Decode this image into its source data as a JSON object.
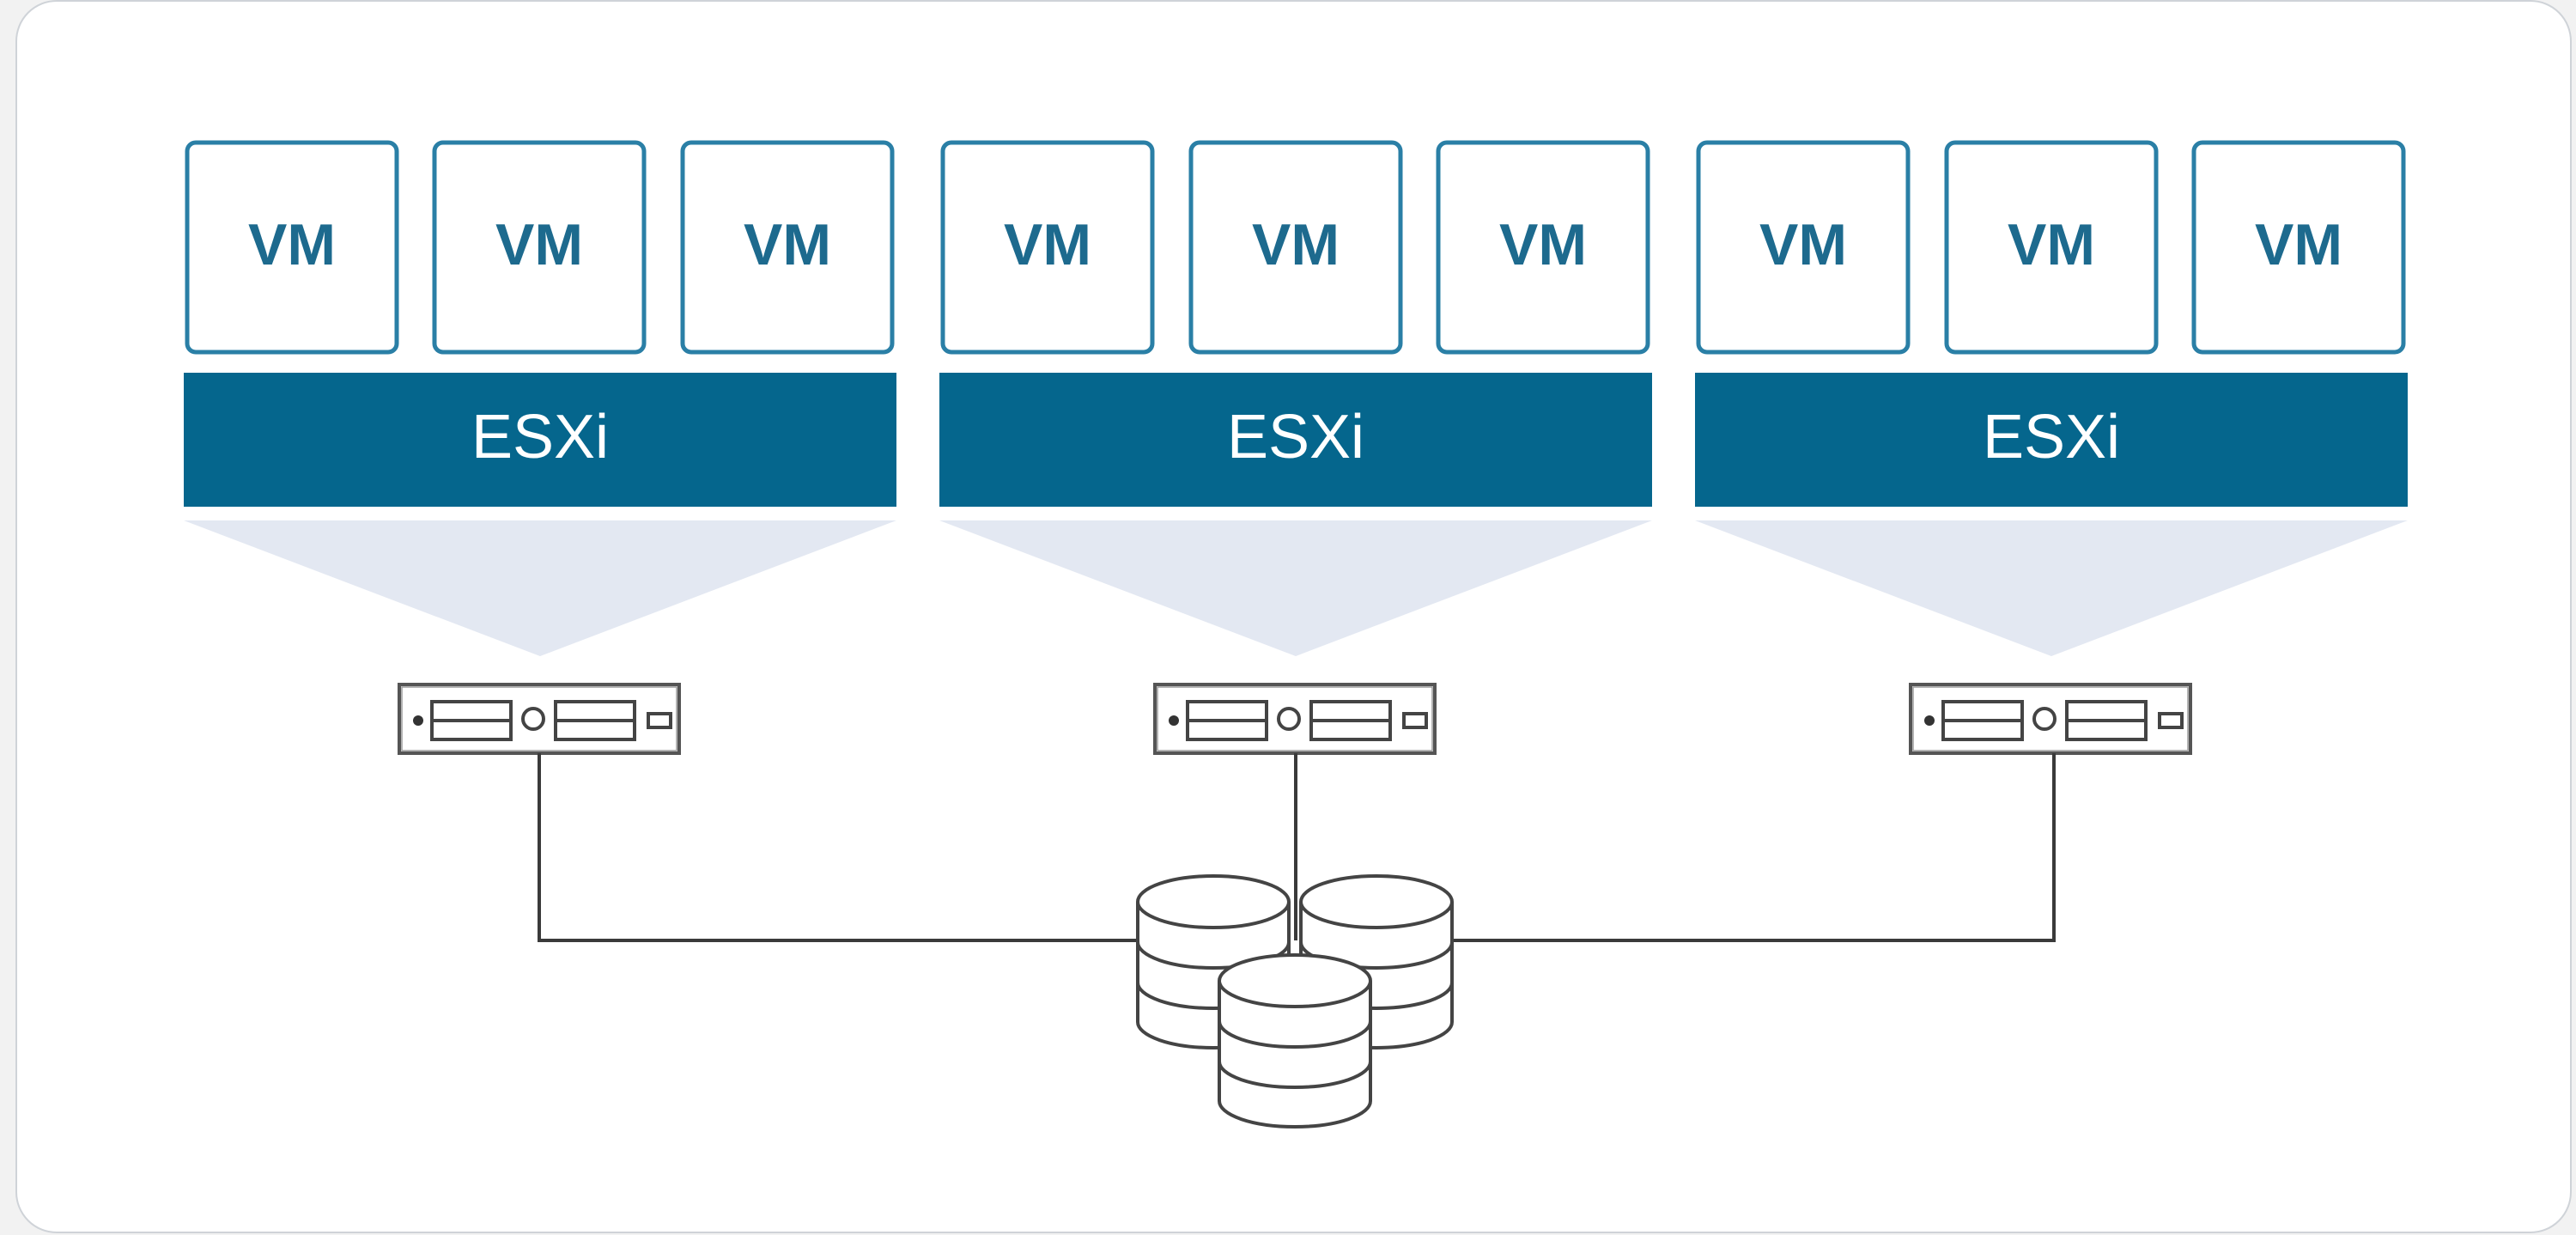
{
  "diagram": {
    "hosts": [
      {
        "hypervisor_label": "ESXi",
        "vms": [
          "VM",
          "VM",
          "VM"
        ]
      },
      {
        "hypervisor_label": "ESXi",
        "vms": [
          "VM",
          "VM",
          "VM"
        ]
      },
      {
        "hypervisor_label": "ESXi",
        "vms": [
          "VM",
          "VM",
          "VM"
        ]
      }
    ],
    "shared_storage_icon": "database-stack-icon",
    "server_icon": "rack-server-icon"
  },
  "colors": {
    "vm_border": "#2a7fa6",
    "vm_text": "#1d6a8e",
    "esxi_fill": "#05668d",
    "funnel_fill": "#e3e8f2",
    "line": "#3a3a3a"
  }
}
